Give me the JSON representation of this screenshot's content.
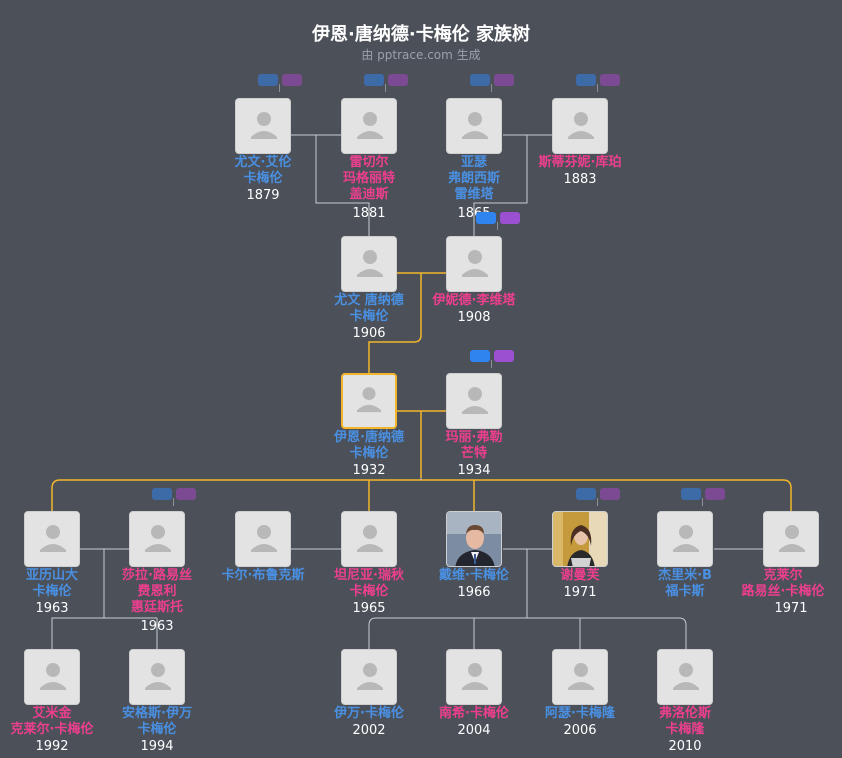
{
  "header": {
    "title": "伊恩·唐纳德·卡梅伦 家族树",
    "subtitle": "由 pptrace.com 生成"
  },
  "people": [
    {
      "id": "p1",
      "gender": "m",
      "name_lines": [
        "尤文·艾伦",
        "卡梅伦"
      ],
      "year": "1879"
    },
    {
      "id": "p2",
      "gender": "f",
      "name_lines": [
        "雷切尔",
        "玛格丽特",
        "盖迪斯"
      ],
      "year": "1881"
    },
    {
      "id": "p3",
      "gender": "m",
      "name_lines": [
        "亚瑟",
        "弗朗西斯",
        "雷维塔"
      ],
      "year": "1865"
    },
    {
      "id": "p4",
      "gender": "f",
      "name_lines": [
        "斯蒂芬妮·库珀"
      ],
      "year": "1883"
    },
    {
      "id": "p5",
      "gender": "m",
      "name_lines": [
        "尤文 唐纳德",
        "卡梅伦"
      ],
      "year": "1906"
    },
    {
      "id": "p6",
      "gender": "f",
      "name_lines": [
        "伊妮德·李维塔"
      ],
      "year": "1908"
    },
    {
      "id": "p7",
      "gender": "m",
      "name_lines": [
        "伊恩·唐纳德",
        "卡梅伦"
      ],
      "year": "1932",
      "selected": true
    },
    {
      "id": "p8",
      "gender": "f",
      "name_lines": [
        "玛丽·弗勒",
        "芒特"
      ],
      "year": "1934"
    },
    {
      "id": "p9",
      "gender": "m",
      "name_lines": [
        "亚历山大",
        "卡梅伦"
      ],
      "year": "1963"
    },
    {
      "id": "p10",
      "gender": "f",
      "name_lines": [
        "莎拉·路易丝",
        "费恩利",
        "惠廷斯托"
      ],
      "year": "1963"
    },
    {
      "id": "p11",
      "gender": "m",
      "name_lines": [
        "卡尔·布鲁克斯"
      ],
      "year": ""
    },
    {
      "id": "p12",
      "gender": "f",
      "name_lines": [
        "坦尼亚·瑞秋",
        "卡梅伦"
      ],
      "year": "1965"
    },
    {
      "id": "p13",
      "gender": "m",
      "name_lines": [
        "戴维·卡梅伦"
      ],
      "year": "1966",
      "photo": "man"
    },
    {
      "id": "p14",
      "gender": "f",
      "name_lines": [
        "谢曼芙"
      ],
      "year": "1971",
      "photo": "woman"
    },
    {
      "id": "p15",
      "gender": "m",
      "name_lines": [
        "杰里米·B",
        "福卡斯"
      ],
      "year": ""
    },
    {
      "id": "p16",
      "gender": "f",
      "name_lines": [
        "克莱尔",
        "路易丝·卡梅伦"
      ],
      "year": "1971"
    },
    {
      "id": "p17",
      "gender": "f",
      "name_lines": [
        "艾米金",
        "克莱尔·卡梅伦"
      ],
      "year": "1992"
    },
    {
      "id": "p18",
      "gender": "m",
      "name_lines": [
        "安格斯·伊万",
        "卡梅伦"
      ],
      "year": "1994"
    },
    {
      "id": "p19",
      "gender": "m",
      "name_lines": [
        "伊万·卡梅伦"
      ],
      "year": "2002"
    },
    {
      "id": "p20",
      "gender": "f",
      "name_lines": [
        "南希·卡梅伦"
      ],
      "year": "2004"
    },
    {
      "id": "p21",
      "gender": "m",
      "name_lines": [
        "阿瑟·卡梅隆"
      ],
      "year": "2006"
    },
    {
      "id": "p22",
      "gender": "f",
      "name_lines": [
        "弗洛伦斯",
        "卡梅隆"
      ],
      "year": "2010"
    }
  ],
  "colors": {
    "background": "#4b5059",
    "male": "#4a90e2",
    "female": "#ee3f8f",
    "direct_line": "#f2b52b",
    "line": "#c9ccd1"
  }
}
